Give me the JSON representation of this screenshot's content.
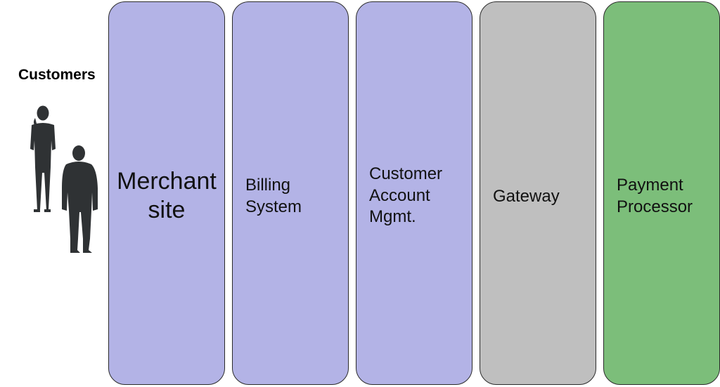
{
  "customers": {
    "label": "Customers",
    "icon": "people-silhouette-icon"
  },
  "columns": [
    {
      "id": "merchant",
      "label": "Merchant\nsite",
      "color": "#b3b3e6"
    },
    {
      "id": "billing",
      "label": "Billing\nSystem",
      "color": "#b3b3e6"
    },
    {
      "id": "account",
      "label": "Customer\nAccount\nMgmt.",
      "color": "#b3b3e6"
    },
    {
      "id": "gateway",
      "label": "Gateway",
      "color": "#bfbfbf"
    },
    {
      "id": "payment",
      "label": "Payment\nProcessor",
      "color": "#7cbe7a"
    }
  ]
}
